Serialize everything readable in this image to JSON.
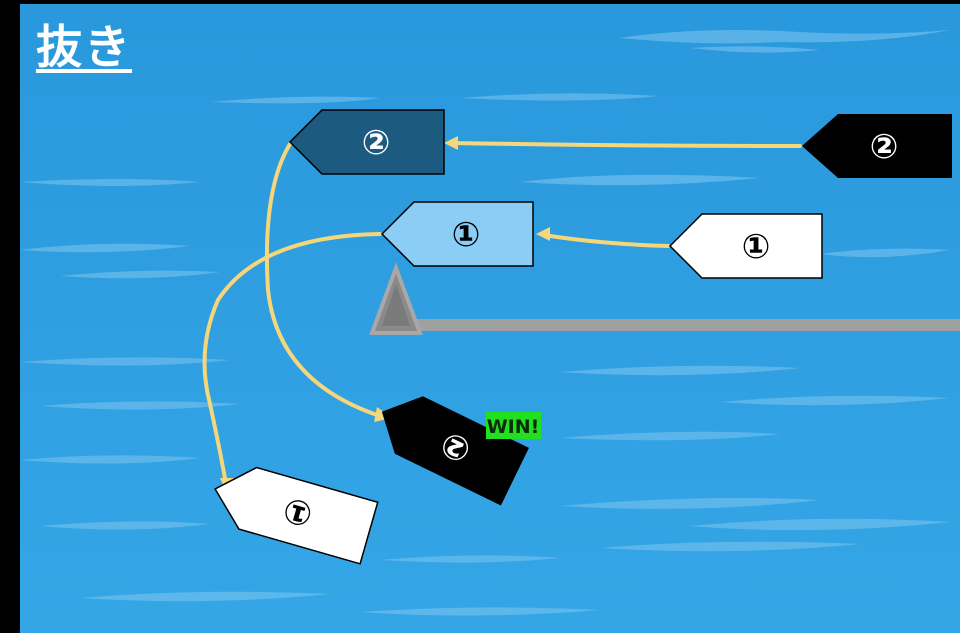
{
  "title": "抜き",
  "boats": {
    "pre_2": "②",
    "mid_2": "②",
    "pre_1": "①",
    "mid_1": "①",
    "final_2": "②",
    "final_1": "①"
  },
  "win_label": "WIN!",
  "colors": {
    "water": "#2c9de0",
    "boat_black": "#000000",
    "boat_white": "#ffffff",
    "boat_navy": "#1c5a80",
    "boat_lightblue": "#8ccdf5",
    "path": "#f6d67a",
    "buoy": "#808080",
    "course_line": "#a0a0a0",
    "win_badge": "#20e020"
  }
}
